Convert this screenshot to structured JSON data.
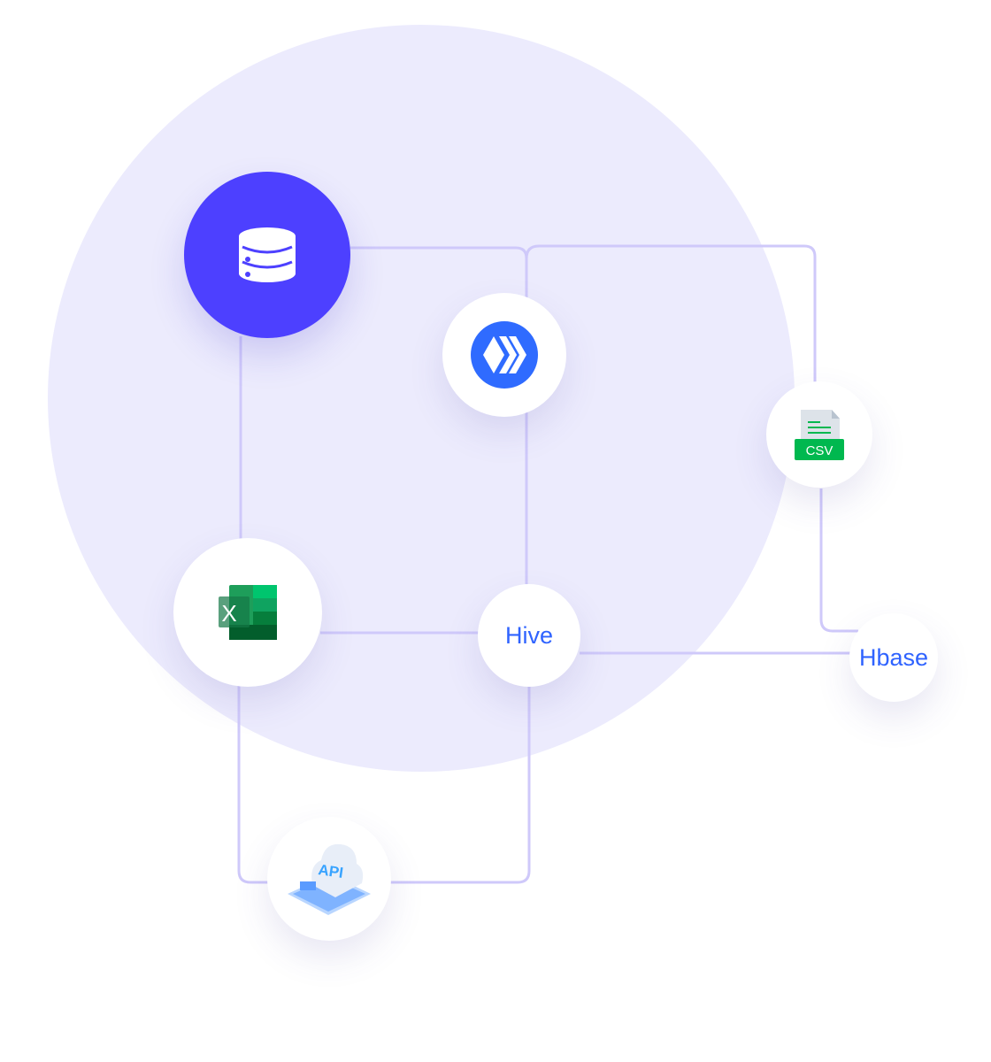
{
  "nodes": {
    "database": {
      "icon": "database-icon",
      "color": "#4D40FF"
    },
    "hive_logo": {
      "icon": "hive-logo-icon",
      "color": "#2F6BFF"
    },
    "csv": {
      "icon": "csv-file-icon",
      "label": "CSV",
      "color": "#00B84F"
    },
    "excel": {
      "icon": "excel-icon",
      "label": "X"
    },
    "hive": {
      "label": "Hive"
    },
    "hbase": {
      "label": "Hbase"
    },
    "api": {
      "icon": "api-cloud-icon",
      "label": "API"
    }
  },
  "colors": {
    "line": "#CFC9FA",
    "background_circle": "#ECEBFD",
    "text": "#2F63FF"
  }
}
